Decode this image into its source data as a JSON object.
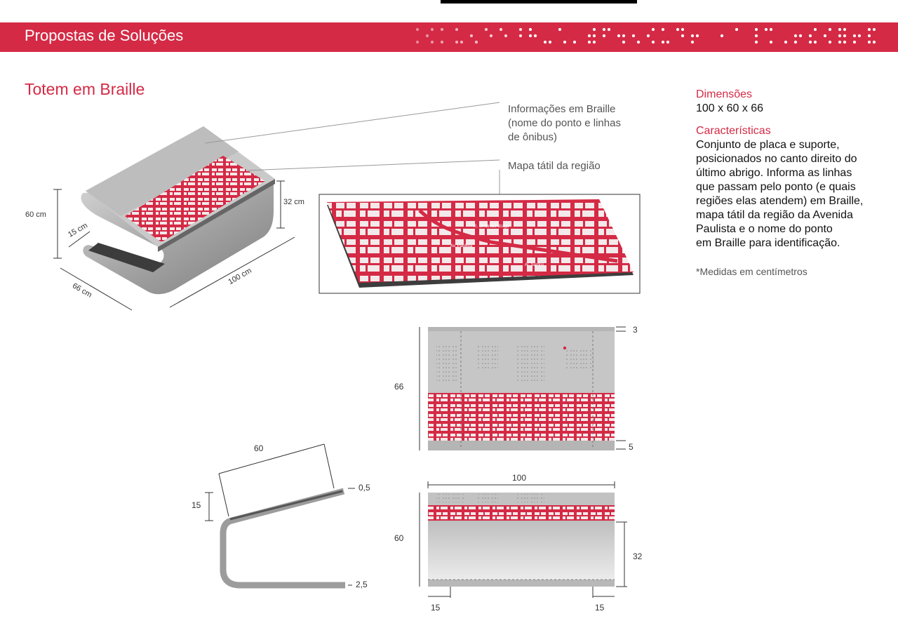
{
  "header": {
    "title": "Propostas de Soluções"
  },
  "section": {
    "title": "Totem em Braille"
  },
  "callouts": {
    "braille_info": [
      "Informações em Braille",
      "(nome do ponto e linhas",
      "de ônibus)"
    ],
    "tactile_map": "Mapa tátil da região"
  },
  "side": {
    "dim_title": "Dimensões",
    "dim_value": "100 x 60 x 66",
    "char_title": "Características",
    "char_lines": [
      "Conjunto de placa e suporte,",
      "posicionados no canto direito do",
      "último abrigo. Informa as linhas",
      "que passam pelo ponto (e quais",
      "regiões elas atendem) em Braille,",
      "mapa tátil da região da Avenida",
      "Paulista e o nome do ponto",
      "em Braille para identificação."
    ],
    "note": "*Medidas em centímetros"
  },
  "iso_dims": {
    "h60": "60 cm",
    "d15": "15 cm",
    "d66": "66 cm",
    "w100": "100 cm",
    "h32": "32 cm"
  },
  "map_labels": {
    "street1": "R. Cincinato Braga",
    "street2": "Av. Paulista",
    "street3": "Al. Santos"
  },
  "side_dims": {
    "l60": "60",
    "l15": "15",
    "l05": "0,5",
    "l25": "2,5"
  },
  "top_dims": {
    "l66": "66",
    "l3": "3",
    "l5": "5"
  },
  "front_dims": {
    "l100": "100",
    "l60": "60",
    "l32": "32",
    "l15a": "15",
    "l15b": "15"
  },
  "colors": {
    "accent": "#d42a45",
    "metal": "#a9a9a9",
    "dark": "#444444"
  }
}
